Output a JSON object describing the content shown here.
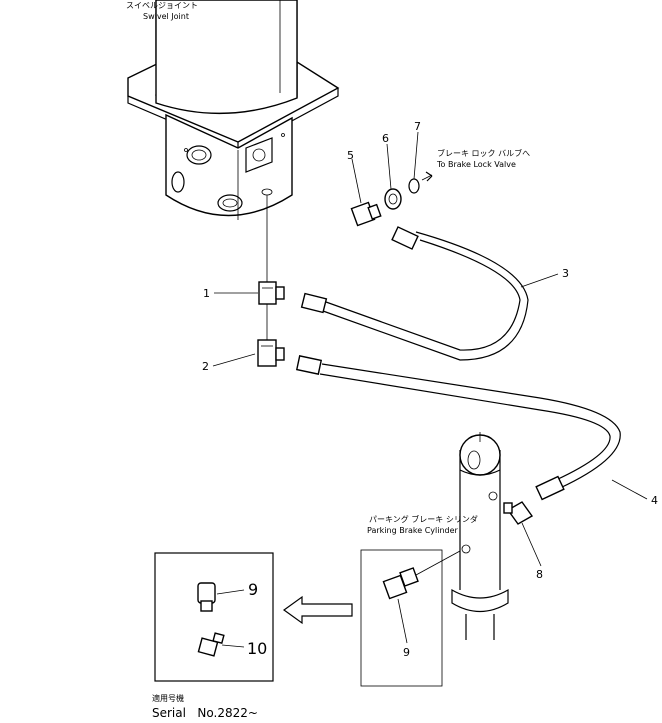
{
  "swivel_joint": {
    "label_jp": "スイベルジョイント",
    "label_en": "Swivel Joint"
  },
  "brake_lock": {
    "label_jp": "ブレーキ ロック バルブへ",
    "label_en": "To Brake Lock Valve"
  },
  "parking_brake": {
    "label_jp": "パーキング ブレーキ シリンダ",
    "label_en": "Parking Brake Cylinder"
  },
  "callouts": {
    "p1": "1",
    "p2": "2",
    "p3": "3",
    "p4": "4",
    "p5": "5",
    "p6": "6",
    "p7": "7",
    "p8": "8",
    "p9_main": "9",
    "p9_inset": "9",
    "p10": "10"
  },
  "serial": {
    "label_jp": "適用号機",
    "label_en": "Serial   No.2822~"
  }
}
